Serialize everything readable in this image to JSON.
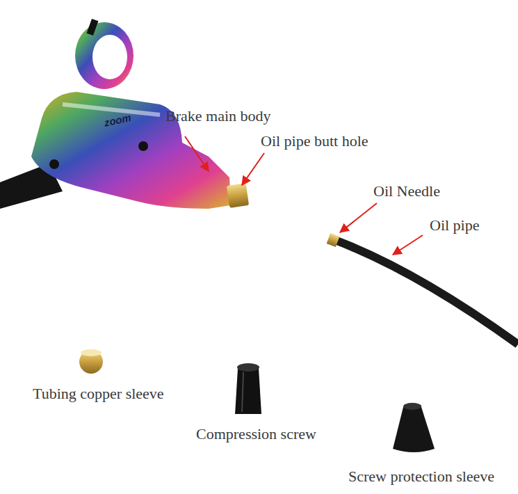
{
  "diagram": {
    "labels": [
      "Brake main body",
      "Oil pipe butt hole",
      "Oil Needle",
      "Oil pipe",
      "Tubing copper sleeve",
      "Compression screw",
      "Screw protection sleeve",
      "zoom"
    ]
  }
}
